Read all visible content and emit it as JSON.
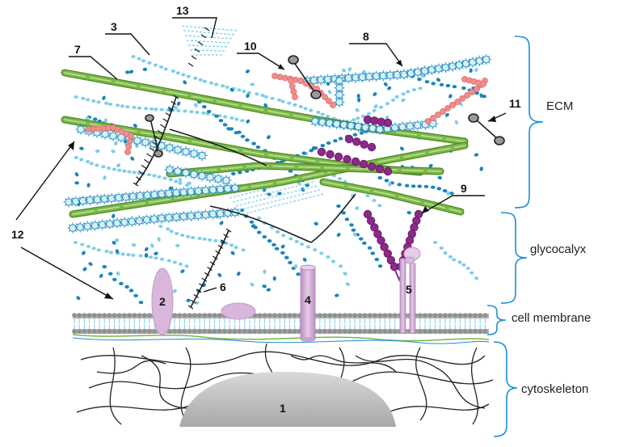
{
  "numbers": {
    "n1": "1",
    "n2": "2",
    "n3": "3",
    "n4": "4",
    "n5": "5",
    "n6": "6",
    "n7": "7",
    "n8": "8",
    "n9": "9",
    "n10": "10",
    "n11": "11",
    "n12": "12",
    "n13": "13"
  },
  "regions": {
    "ecm": "ECM",
    "glycocalyx": "glycocalyx",
    "membrane": "cell membrane",
    "cytoskeleton": "cytoskeleton"
  },
  "colors": {
    "brace": "#1a8fd0",
    "collagen": "#7ab648",
    "collagen_dark": "#4f8a25",
    "gag_dark": "#1a86b8",
    "gag_light": "#7fcde8",
    "integrin": "#d9b6dc",
    "proteoglycan": "#8b2a8b",
    "pink": "#ef8d8d",
    "nucleus": "#c8c8c8",
    "grey": "#9a9a9a"
  }
}
